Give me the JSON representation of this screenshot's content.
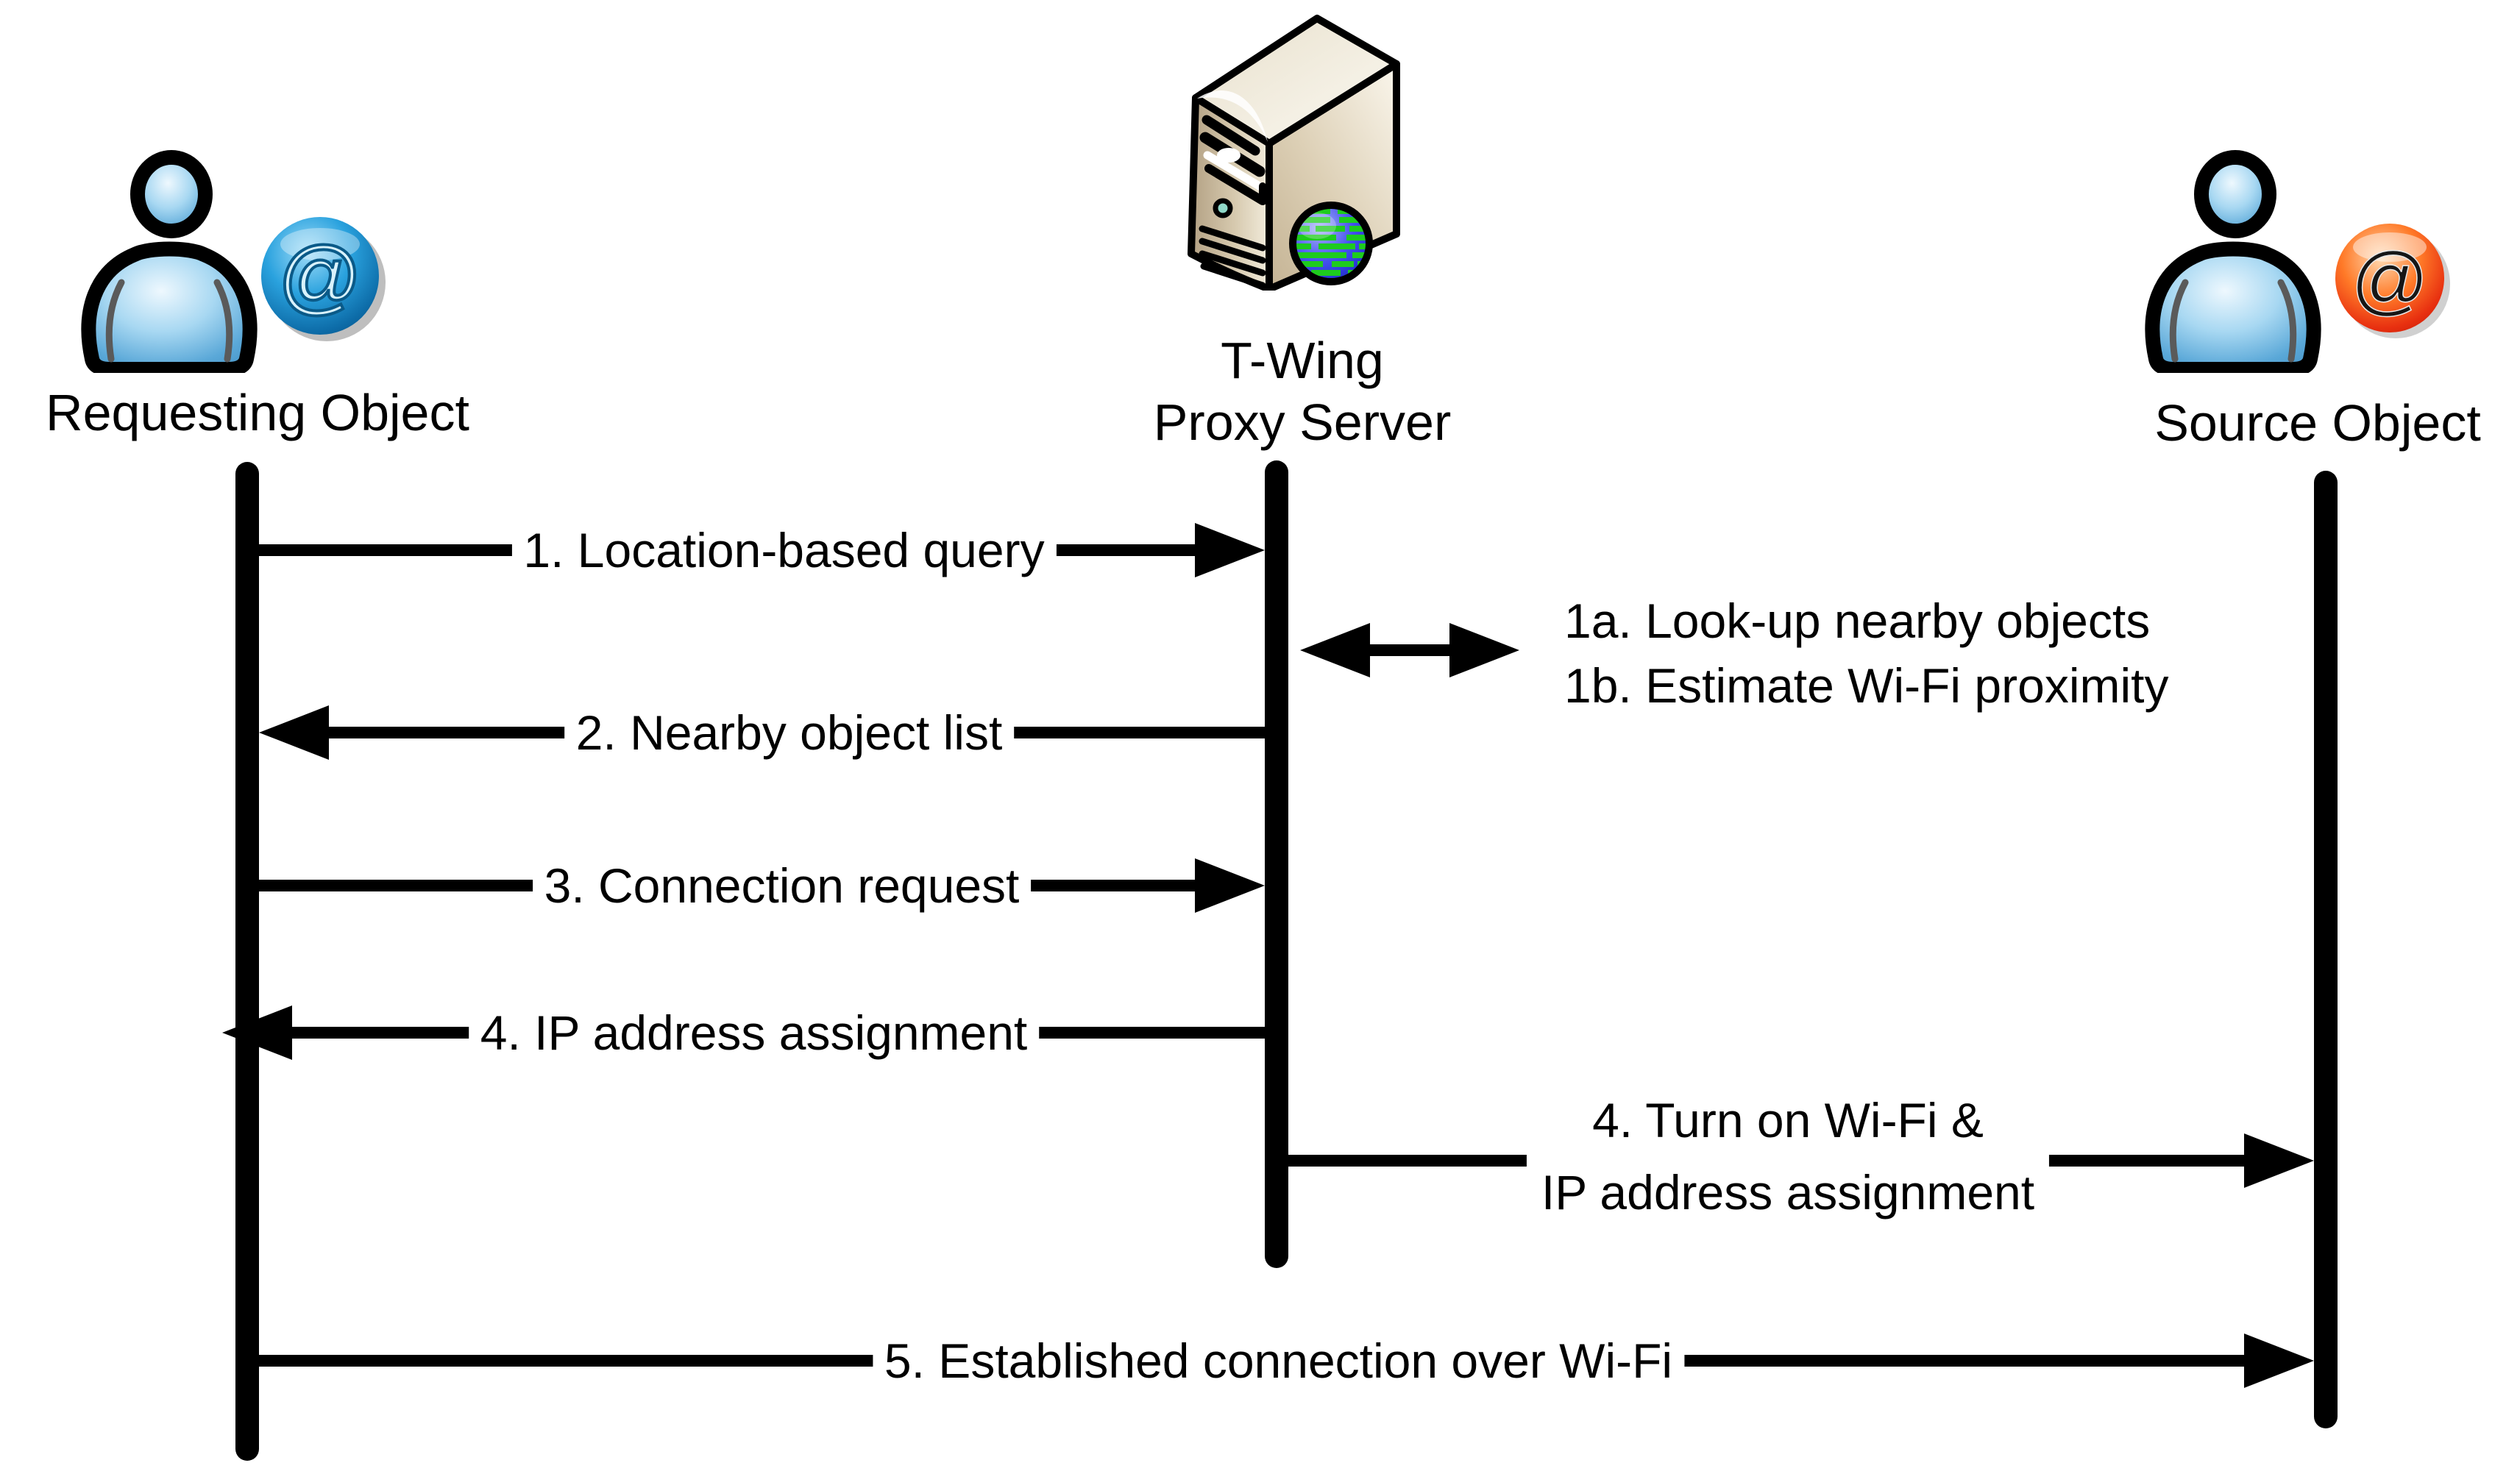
{
  "actors": {
    "requesting": {
      "label": "Requesting Object",
      "at_glyph": "@"
    },
    "proxy": {
      "label_lines": [
        "T-Wing",
        "Proxy Server"
      ]
    },
    "source": {
      "label": "Source Object",
      "at_glyph": "@"
    }
  },
  "messages": {
    "m1": {
      "label": "1. Location-based query",
      "from": "Requesting Object",
      "to": "T-Wing Proxy Server",
      "direction": "right"
    },
    "m1ab": {
      "line1": "1a. Look-up nearby objects",
      "line2": "1b. Estimate Wi-Fi proximity",
      "at": "T-Wing Proxy Server",
      "direction": "both"
    },
    "m2": {
      "label": "2. Nearby object list",
      "from": "T-Wing Proxy Server",
      "to": "Requesting Object",
      "direction": "left"
    },
    "m3": {
      "label": "3. Connection request",
      "from": "Requesting Object",
      "to": "T-Wing Proxy Server",
      "direction": "right"
    },
    "m4": {
      "label": "4. IP address assignment",
      "from": "T-Wing Proxy Server",
      "to": "Requesting Object",
      "direction": "left"
    },
    "m4b": {
      "line1": "4. Turn on Wi-Fi &",
      "line2": "IP address assignment",
      "from": "T-Wing Proxy Server",
      "to": "Source Object",
      "direction": "right"
    },
    "m5": {
      "label": "5. Established connection over Wi-Fi",
      "from": "Requesting Object",
      "to": "Source Object",
      "direction": "right"
    }
  },
  "icons": {
    "requesting_actor": "person-icon",
    "requesting_badge": "at-badge-icon",
    "proxy_actor": "server-tower-icon",
    "proxy_badge": "globe-icon",
    "source_actor": "person-icon",
    "source_badge": "at-badge-icon"
  },
  "colors": {
    "outline": "#000000",
    "background": "#ffffff",
    "person_fill": "#7fc2e8",
    "server_body": "#d9cbae",
    "globe_sea": "#3340dd",
    "globe_land": "#1ecb1e",
    "badge_blue": "#1691d2",
    "badge_red": "#e73112",
    "led_teal": "#8fd8c8"
  }
}
